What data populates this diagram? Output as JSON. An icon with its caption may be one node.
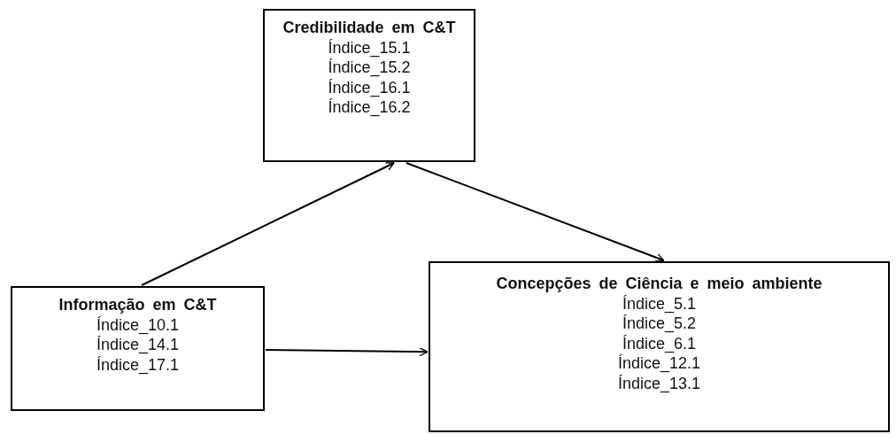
{
  "diagram": {
    "nodes": [
      {
        "text": [
          "Credibilidade em C&T",
          "Índice_15.1",
          "Índice_15.2",
          "Índice_16.1",
          "Índice_16.2"
        ]
      },
      {
        "text": [
          "Informação em C&T",
          "Índice_10.1",
          "Índice_14.1",
          "Índice_17.1"
        ]
      },
      {
        "text": [
          "Concepções de Ciência e meio ambiente",
          "Índice_5.1",
          "Índice_5.2",
          "Índice_6.1",
          "Índice_12.1",
          "Índice_13.1"
        ]
      }
    ],
    "edges": [
      {
        "from": 1,
        "to": 0,
        "arrow": "to"
      },
      {
        "from": 0,
        "to": 2,
        "arrow": "to"
      },
      {
        "from": 1,
        "to": 2,
        "arrow": "to"
      }
    ]
  }
}
